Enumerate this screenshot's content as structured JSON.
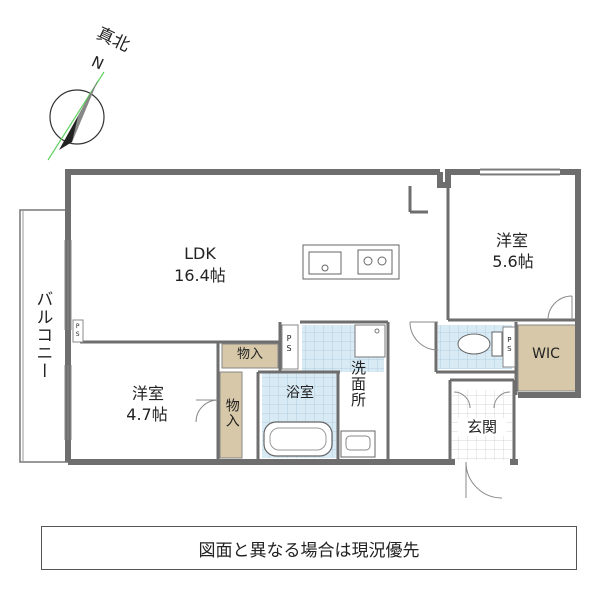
{
  "compass": {
    "true_north": "真北",
    "n": "N"
  },
  "rooms": {
    "ldk": {
      "name": "LDK",
      "size": "16.4帖"
    },
    "western1": {
      "name": "洋室",
      "size": "5.6帖"
    },
    "western2": {
      "name": "洋室",
      "size": "4.7帖"
    },
    "balcony": "バルコニー",
    "storage1": "物入",
    "storage2": "物入",
    "bath": "浴室",
    "washroom": "洗面所",
    "entrance": "玄関",
    "wic": "WIC",
    "ps": "PS"
  },
  "caption": "図面と異なる場合は現況優先",
  "colors": {
    "wall": "#6e6e6e",
    "storage_fill": "#d6c8a8",
    "tile_fill": "#d8eaf4",
    "tile_line": "#a9c9dc"
  }
}
